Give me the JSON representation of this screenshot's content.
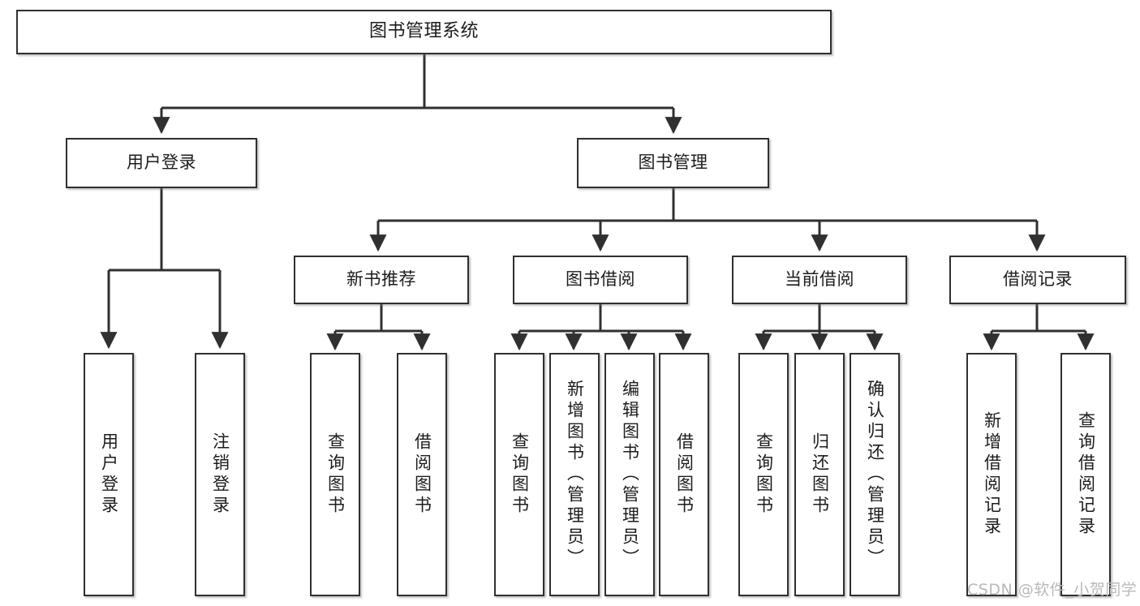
{
  "diagram": {
    "title": "图书管理系统",
    "type": "tree-hierarchy",
    "stroke_color": "#30302f",
    "fill_color": "#ffffff",
    "text_color": "#1c1c1c",
    "nodes": {
      "root": {
        "label": "图书管理系统",
        "level": 1,
        "orientation": "horizontal"
      },
      "l2": [
        {
          "label": "用户登录",
          "level": 2,
          "orientation": "horizontal"
        },
        {
          "label": "图书管理",
          "level": 2,
          "orientation": "horizontal"
        }
      ],
      "l3": [
        {
          "label": "新书推荐",
          "level": 3,
          "orientation": "horizontal"
        },
        {
          "label": "图书借阅",
          "level": 3,
          "orientation": "horizontal"
        },
        {
          "label": "当前借阅",
          "level": 3,
          "orientation": "horizontal"
        },
        {
          "label": "借阅记录",
          "level": 3,
          "orientation": "horizontal"
        }
      ],
      "leaves_login": [
        {
          "label": "用户登录",
          "orientation": "vertical"
        },
        {
          "label": "注销登录",
          "orientation": "vertical"
        }
      ],
      "leaves_newbook": [
        {
          "label": "查询图书",
          "orientation": "vertical"
        },
        {
          "label": "借阅图书",
          "orientation": "vertical"
        }
      ],
      "leaves_borrow": [
        {
          "label": "查询图书",
          "orientation": "vertical"
        },
        {
          "label": "新增图书（管理员）",
          "orientation": "vertical"
        },
        {
          "label": "编辑图书（管理员）",
          "orientation": "vertical"
        },
        {
          "label": "借阅图书",
          "orientation": "vertical"
        }
      ],
      "leaves_current": [
        {
          "label": "查询图书",
          "orientation": "vertical"
        },
        {
          "label": "归还图书",
          "orientation": "vertical"
        },
        {
          "label": "确认归还（管理员）",
          "orientation": "vertical"
        }
      ],
      "leaves_record": [
        {
          "label": "新增借阅记录",
          "orientation": "vertical"
        },
        {
          "label": "查询借阅记录",
          "orientation": "vertical"
        }
      ]
    }
  },
  "watermark": {
    "text": "CSDN @软件_小贺同学"
  }
}
